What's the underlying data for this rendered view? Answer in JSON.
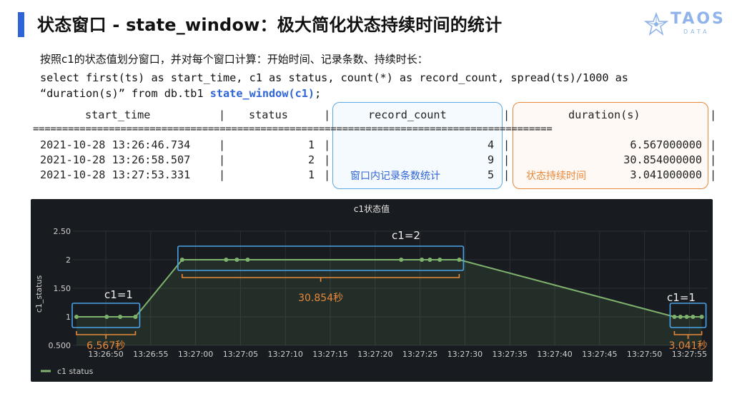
{
  "slide": {
    "title": "状态窗口 - state_window：极大简化状态持续时间的统计",
    "logo_text": "TAOS",
    "logo_sub": "DATA",
    "description": "按照c1的状态值划分窗口，并对每个窗口计算：开始时间、记录条数、持续时长：",
    "sql_line1": "select first(ts) as start_time, c1 as status, count(*) as record_count, spread(ts)/1000 as",
    "sql_line2_prefix": "“duration(s)” from db.tb1 ",
    "sql_line2_keyword": "state_window(c1)",
    "sql_line2_suffix": ";"
  },
  "result_table": {
    "headers": [
      "start_time",
      "status",
      "record_count",
      "duration(s)"
    ],
    "separator": "=========================================================================================",
    "rows": [
      {
        "start_time": "2021-10-28 13:26:46.734",
        "status": "1",
        "record_count": "4",
        "duration": "6.567000000"
      },
      {
        "start_time": "2021-10-28 13:26:58.507",
        "status": "2",
        "record_count": "9",
        "duration": "30.854000000"
      },
      {
        "start_time": "2021-10-28 13:27:53.331",
        "status": "1",
        "record_count": "5",
        "duration": "3.041000000"
      }
    ],
    "note_record_count": "窗口内记录条数统计",
    "note_duration": "状态持续时间"
  },
  "colors": {
    "accent": "#2f64d6",
    "box_blue": "#5aa9e6",
    "box_orange": "#e8883a",
    "series_green": "#7eb26d",
    "panel_bg": "#181b1f"
  },
  "chart_data": {
    "type": "line",
    "title": "c1状态值",
    "ylabel": "c1_status",
    "ylim": [
      0.5,
      2.5
    ],
    "y_ticks": [
      "0.500",
      "1",
      "1.50",
      "2",
      "2.50"
    ],
    "y_tick_values": [
      0.5,
      1,
      1.5,
      2,
      2.5
    ],
    "x_ticks": [
      "13:26:50",
      "13:26:55",
      "13:27:00",
      "13:27:05",
      "13:27:10",
      "13:27:15",
      "13:27:20",
      "13:27:25",
      "13:27:30",
      "13:27:35",
      "13:27:40",
      "13:27:45",
      "13:27:50",
      "13:27:55"
    ],
    "series": [
      {
        "name": "c1 status",
        "points": [
          [
            "13:26:46.734",
            1
          ],
          [
            "13:26:50.100",
            1
          ],
          [
            "13:26:51.600",
            1
          ],
          [
            "13:26:53.300",
            1
          ],
          [
            "13:26:53.301",
            1
          ],
          [
            "13:26:58.507",
            2
          ],
          [
            "13:27:03.400",
            2
          ],
          [
            "13:27:04.600",
            2
          ],
          [
            "13:27:05.800",
            2
          ],
          [
            "13:27:22.900",
            2
          ],
          [
            "13:27:25.200",
            2
          ],
          [
            "13:27:26.100",
            2
          ],
          [
            "13:27:27.200",
            2
          ],
          [
            "13:27:29.361",
            2
          ],
          [
            "13:27:53.331",
            1
          ],
          [
            "13:27:54.000",
            1
          ],
          [
            "13:27:54.700",
            1
          ],
          [
            "13:27:55.400",
            1
          ],
          [
            "13:27:56.372",
            1
          ]
        ]
      }
    ],
    "legend": "bottom-left",
    "grid": true,
    "annotations": [
      {
        "label": "c1=1",
        "duration_label": "6.567秒"
      },
      {
        "label": "c1=2",
        "duration_label": "30.854秒"
      },
      {
        "label": "c1=1",
        "duration_label": "3.041秒"
      }
    ]
  }
}
